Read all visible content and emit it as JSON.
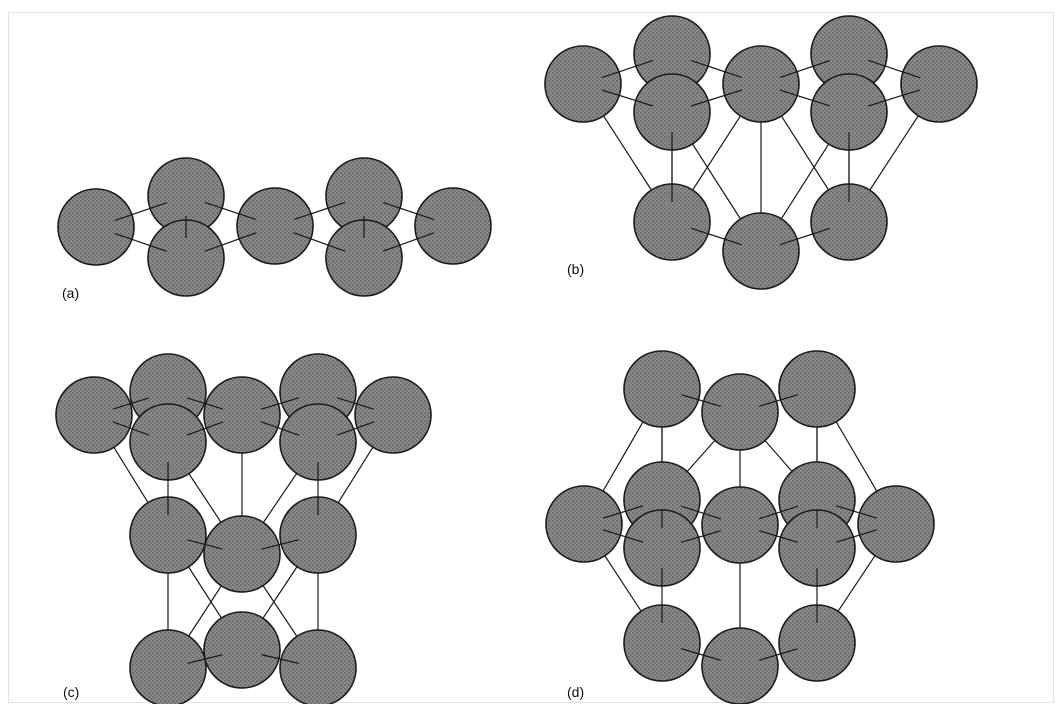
{
  "panels": [
    {
      "id": "a",
      "label": "(a)"
    },
    {
      "id": "b",
      "label": "(b)"
    },
    {
      "id": "c",
      "label": "(c)"
    },
    {
      "id": "d",
      "label": "(d)"
    }
  ],
  "colors": {
    "background": "#ffffff",
    "atom_fill": "#8a8a8a",
    "atom_stipple": "#5a5a5a",
    "atom_outline": "#1a1a1a",
    "bond": "#1a1a1a"
  }
}
